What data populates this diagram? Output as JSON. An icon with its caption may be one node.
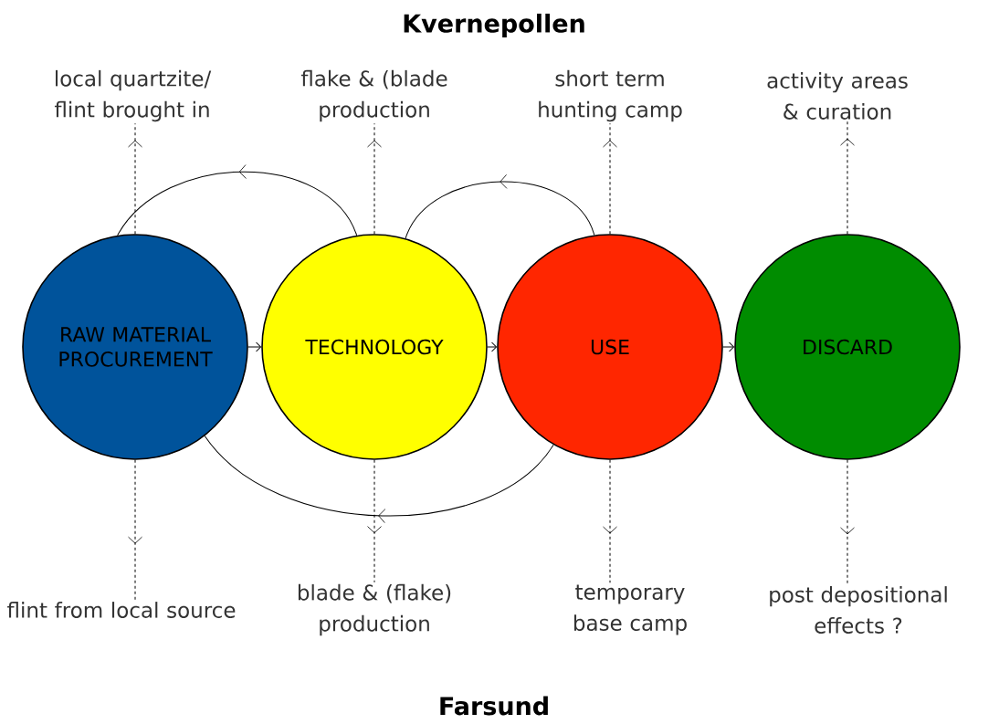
{
  "diagram": {
    "title": "Kvernepollen",
    "caption": "Farsund",
    "nodes": [
      {
        "text": [
          "local quartzite/ flint brought in"
        ]
      },
      {
        "text": [
          "flake & (blade production"
        ]
      },
      {
        "text": [
          "short term hunting camp"
        ]
      },
      {
        "text": [
          "activity areas & curation"
        ]
      },
      {
        "text": [
          "RAW MATERIAL PROCUREMENT"
        ]
      },
      {
        "text": [
          "TECHNOLOGY"
        ]
      },
      {
        "text": [
          "USE"
        ]
      },
      {
        "text": [
          "DISCARD"
        ]
      },
      {
        "text": [
          "flint from local source"
        ]
      },
      {
        "text": [
          "blade & (flake) production"
        ]
      },
      {
        "text": [
          "temporary base camp"
        ]
      },
      {
        "text": [
          "post depositional effects ?"
        ]
      }
    ],
    "edges": [
      {
        "from": 4,
        "to": 5,
        "arrow": "to"
      },
      {
        "from": 5,
        "to": 6,
        "arrow": "to"
      },
      {
        "from": 6,
        "to": 7,
        "arrow": "to"
      },
      {
        "from": 5,
        "to": 4,
        "arrow": "to"
      },
      {
        "from": 6,
        "to": 5,
        "arrow": "to"
      },
      {
        "from": 6,
        "to": 4,
        "arrow": "to"
      },
      {
        "from": 4,
        "to": 0,
        "arrow": "to",
        "style": "dashed"
      },
      {
        "from": 5,
        "to": 1,
        "arrow": "to",
        "style": "dashed"
      },
      {
        "from": 6,
        "to": 2,
        "arrow": "to",
        "style": "dashed"
      },
      {
        "from": 7,
        "to": 3,
        "arrow": "to",
        "style": "dashed"
      },
      {
        "from": 4,
        "to": 8,
        "arrow": "to",
        "style": "dashed"
      },
      {
        "from": 5,
        "to": 9,
        "arrow": "to",
        "style": "dashed"
      },
      {
        "from": 6,
        "to": 10,
        "arrow": "to",
        "style": "dashed"
      },
      {
        "from": 7,
        "to": 11,
        "arrow": "to",
        "style": "dashed"
      }
    ]
  }
}
